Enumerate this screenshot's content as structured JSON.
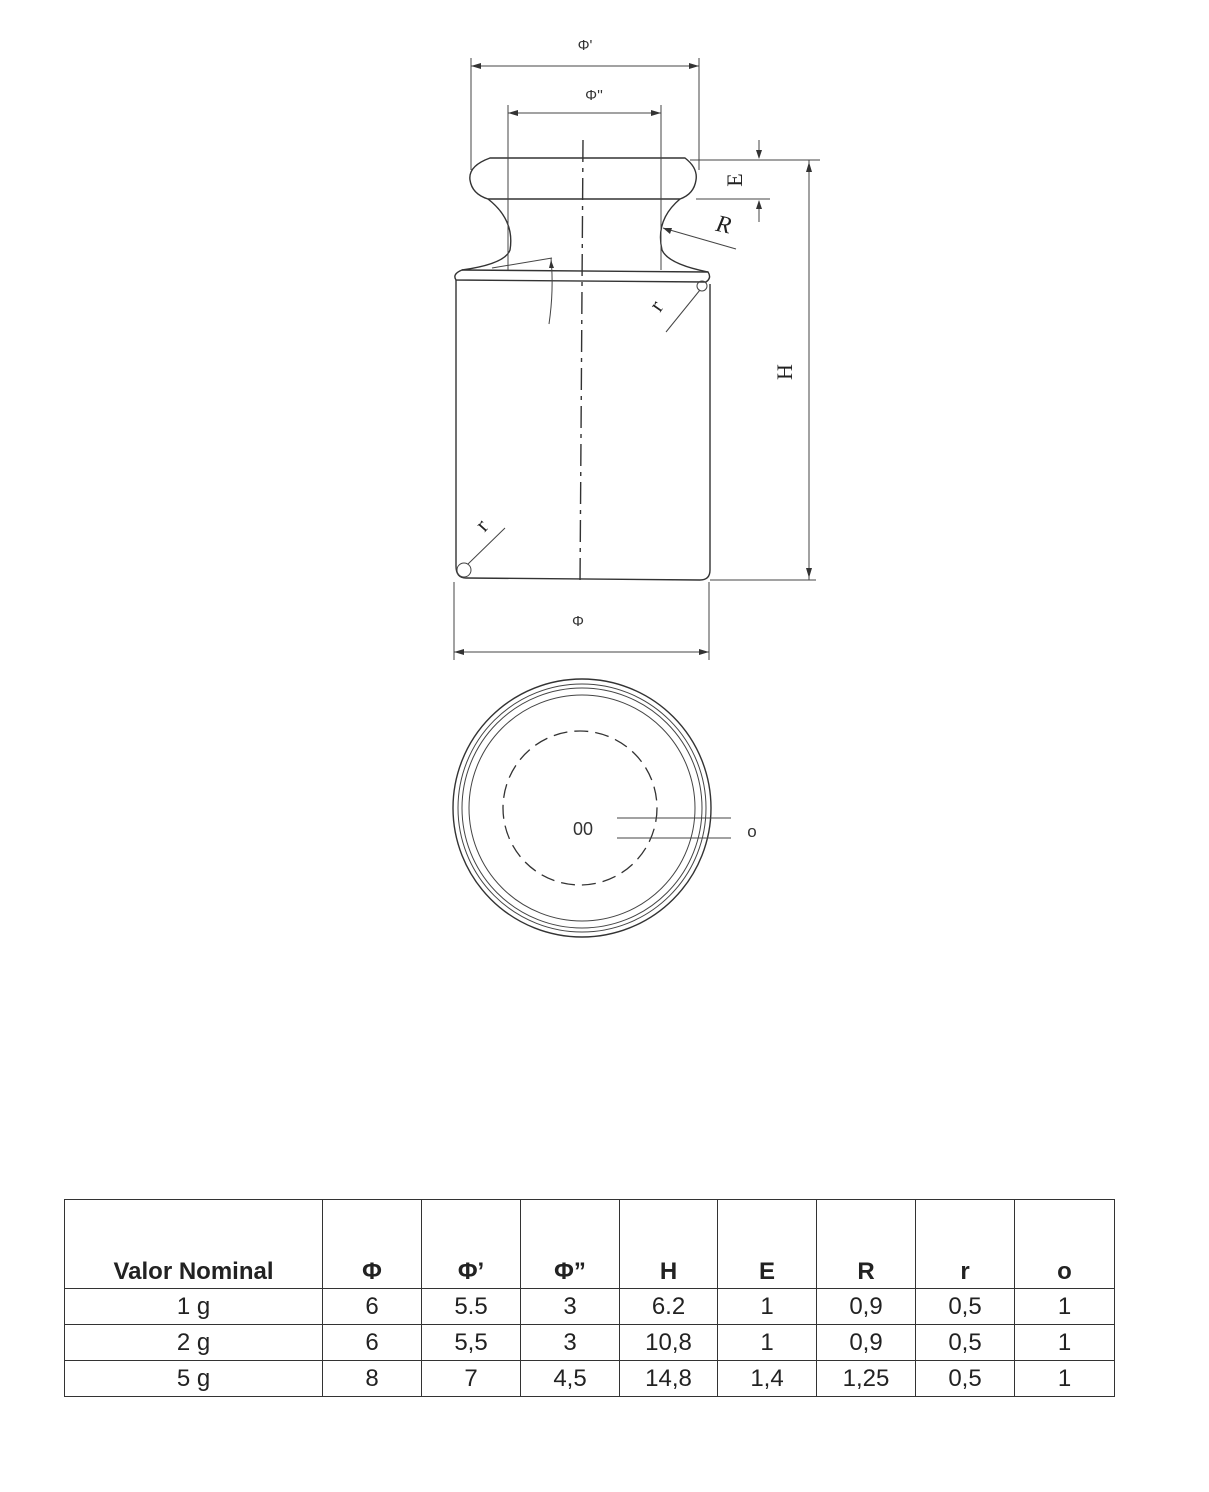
{
  "drawing": {
    "labels": {
      "phi_prime": "Φ'",
      "phi_double_prime": "Φ''",
      "phi": "Φ",
      "E": "E",
      "R": "R",
      "r_top": "r",
      "r_bottom": "r",
      "H": "H",
      "top_view_marking": "00",
      "o": "o"
    }
  },
  "table": {
    "headers": [
      "Valor Nominal",
      "Φ",
      "Φ’",
      "Φ”",
      "H",
      "E",
      "R",
      "r",
      "o"
    ],
    "rows": [
      [
        "1 g",
        "6",
        "5.5",
        "3",
        "6.2",
        "1",
        "0,9",
        "0,5",
        "1"
      ],
      [
        "2 g",
        "6",
        "5,5",
        "3",
        "10,8",
        "1",
        "0,9",
        "0,5",
        "1"
      ],
      [
        "5 g",
        "8",
        "7",
        "4,5",
        "14,8",
        "1,4",
        "1,25",
        "0,5",
        "1"
      ]
    ]
  }
}
